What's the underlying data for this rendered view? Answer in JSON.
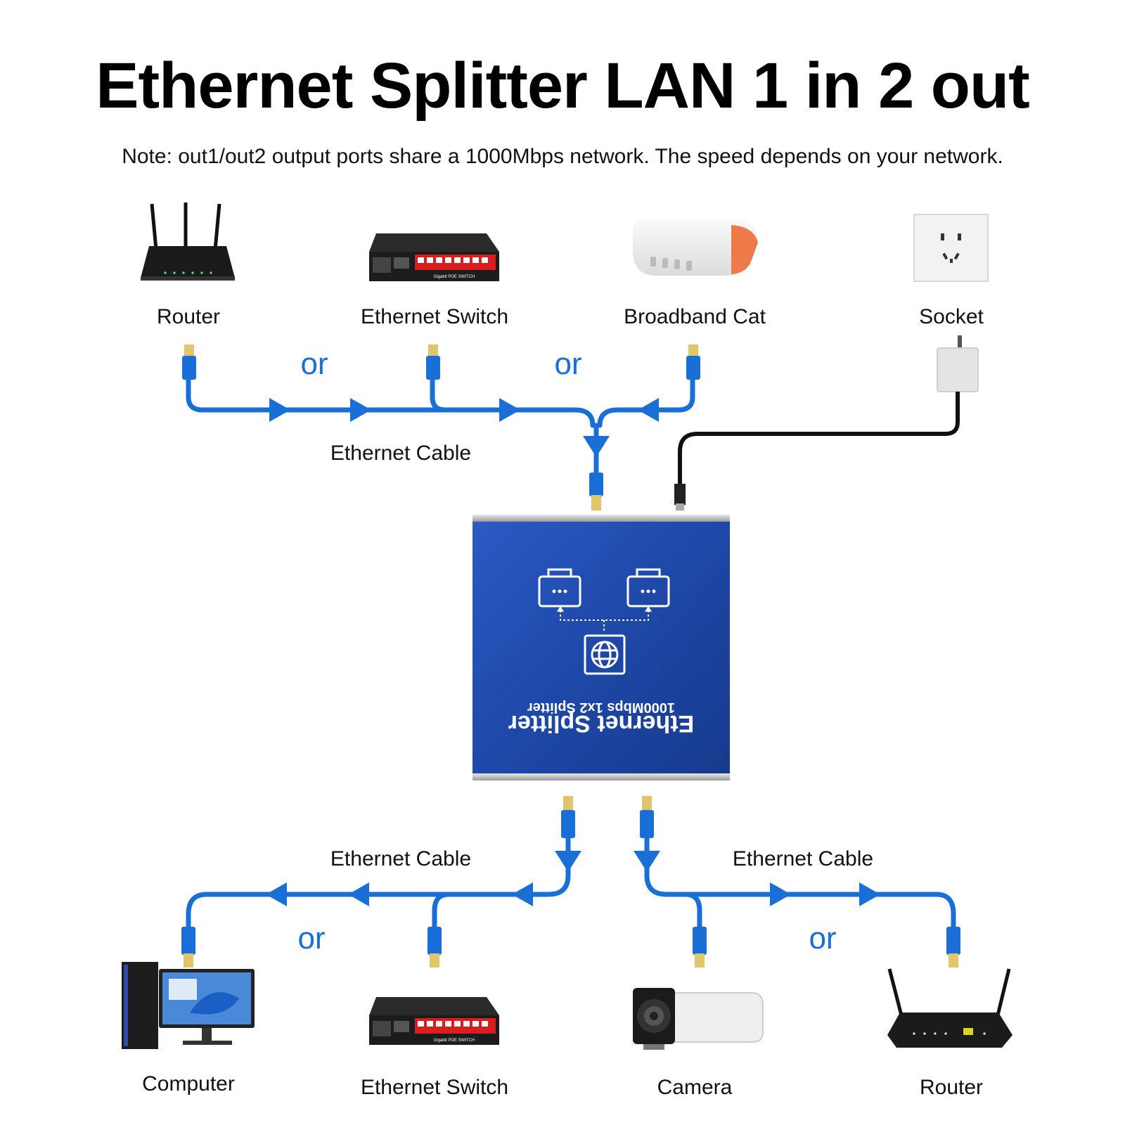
{
  "title": "Ethernet Splitter LAN 1 in 2 out",
  "note": "Note: out1/out2 output ports share a 1000Mbps network. The speed depends on your network.",
  "top_devices": [
    {
      "label": "Router",
      "icon": "router-icon"
    },
    {
      "label": "Ethernet Switch",
      "icon": "switch-icon"
    },
    {
      "label": "Broadband Cat",
      "icon": "modem-icon"
    },
    {
      "label": "Socket",
      "icon": "socket-icon"
    }
  ],
  "bottom_devices": [
    {
      "label": "Computer",
      "icon": "computer-icon"
    },
    {
      "label": "Ethernet Switch",
      "icon": "switch-icon"
    },
    {
      "label": "Camera",
      "icon": "camera-icon"
    },
    {
      "label": "Router",
      "icon": "router-icon"
    }
  ],
  "or_text": "or",
  "cable_label": "Ethernet Cable",
  "splitter": {
    "name": "Ethernet Splitter",
    "subtitle": "1000Mbps 1x2 Splitter",
    "switch_text": "Gigabit POE SWITCH"
  },
  "colors": {
    "cable": "#1a6fd6",
    "power_cable": "#111111",
    "splitter_body": "#1f4fb0"
  }
}
